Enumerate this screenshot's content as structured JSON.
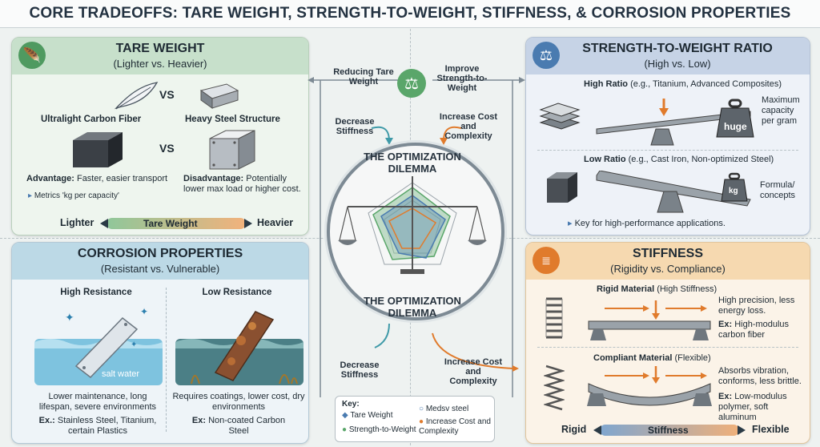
{
  "title": "CORE TRADEOFFS: TARE WEIGHT, STRENGTH-TO-WEIGHT, STIFFNESS, & CORROSION PROPERTIES",
  "tare": {
    "title": "TARE WEIGHT",
    "subtitle": "(Lighter vs. Heavier)",
    "vs1": "VS",
    "vs2": "VS",
    "left_label": "Ultralight Carbon Fiber",
    "right_label": "Heavy Steel Structure",
    "adv_label": "Advantage:",
    "adv_text": "Faster, easier transport",
    "metric": "Metrics 'kg per capacity'",
    "dis_label": "Disadvantage:",
    "dis_text": "Potentially lower max load or higher cost.",
    "scale_left": "Lighter",
    "scale_mid": "Tare Weight",
    "scale_right": "Heavier"
  },
  "strength": {
    "title": "STRENGTH-TO-WEIGHT RATIO",
    "subtitle": "(High vs. Low)",
    "high_label": "High Ratio",
    "high_eg": "(e.g., Titanium, Advanced Composites)",
    "weight_label": "huge",
    "high_note": "Maximum capacity per gram",
    "low_label": "Low Ratio",
    "low_eg": "(e.g., Cast Iron, Non-optimized Steel)",
    "low_weight_label": "kg",
    "low_note": "Formula/ concepts",
    "key_note": "Key for high-performance applications."
  },
  "corrosion": {
    "title": "CORROSION PROPERTIES",
    "subtitle": "(Resistant vs. Vulnerable)",
    "high_title": "High Resistance",
    "low_title": "Low Resistance",
    "salt": "salt water",
    "high_desc": "Lower maintenance, long lifespan, severe environments",
    "high_ex_label": "Ex.:",
    "high_ex": "Stainless Steel, Titanium, certain Plastics",
    "low_desc": "Requires coatings, lower cost, dry environments",
    "low_ex_label": "Ex:",
    "low_ex": "Non-coated Carbon Steel"
  },
  "stiffness": {
    "title": "STIFFNESS",
    "subtitle": "(Rigidity vs. Compliance)",
    "rigid_label": "Rigid Material",
    "rigid_paren": "(High Stiffness)",
    "rigid_note": "High precision, less energy loss.",
    "rigid_ex_label": "Ex:",
    "rigid_ex": "High-modulus carbon fiber",
    "comp_label": "Compliant Material",
    "comp_paren": "(Flexible)",
    "comp_note": "Absorbs vibration, conforms, less brittle.",
    "comp_ex_label": "Ex:",
    "comp_ex": "Low-modulus polymer, soft aluminum",
    "scale_left": "Rigid",
    "scale_mid": "Stiffness",
    "scale_right": "Flexible"
  },
  "center": {
    "top_title": "THE OPTIMIZATION DILEMMA",
    "bottom_title": "THE OPTIMIZATION DILEMMA",
    "reducing": "Reducing Tare Weight",
    "improve": "Improve Strength-to-Weight",
    "decrease1": "Decrease Stiffness",
    "increase1": "Increase Cost and Complexity",
    "decrease2": "Decrease Stiffness",
    "increase2": "Increase Cost and Complexity"
  },
  "key": {
    "title": "Key:",
    "k1": "Tare Weight",
    "k2": "Strength-to-Weight",
    "k3": "Medsv steel",
    "k4": "Increase Cost and Complexity"
  },
  "colors": {
    "green": "#5aa66a",
    "blue": "#4a7bb0",
    "orange": "#e07b2c",
    "teal": "#3f9aa8"
  }
}
